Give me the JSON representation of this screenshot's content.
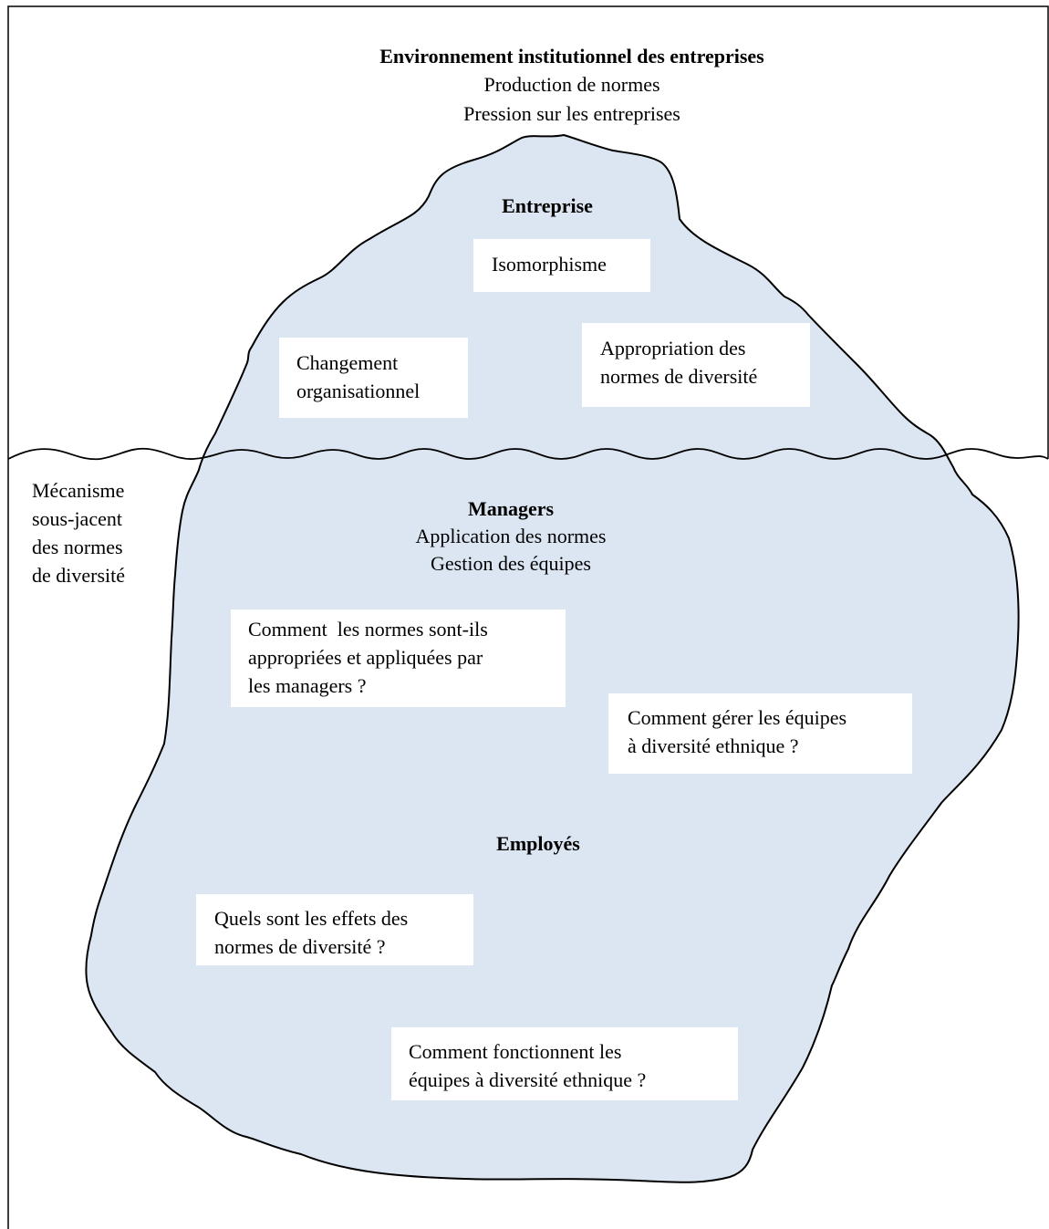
{
  "environment": {
    "title": "Environnement institutionnel des entreprises",
    "line1": "Production de normes",
    "line2": "Pression sur les entreprises"
  },
  "entreprise": {
    "title": "Entreprise",
    "isomorphism": "Isomorphisme",
    "change_line1": "Changement",
    "change_line2": "organisationnel",
    "appropriation_line1": "Appropriation des",
    "appropriation_line2": "normes de diversité"
  },
  "side_label": {
    "line1": "Mécanisme",
    "line2": "sous-jacent",
    "line3": "des normes",
    "line4": "de diversité"
  },
  "managers": {
    "title": "Managers",
    "line1": "Application des normes",
    "line2": "Gestion des équipes",
    "question1_line1": "Comment  les normes sont-ils",
    "question1_line2": "appropriées et appliquées par",
    "question1_line3": "les managers ?",
    "question2_line1": "Comment gérer les équipes",
    "question2_line2": "à diversité ethnique ?"
  },
  "employes": {
    "title": "Employés",
    "question1_line1": "Quels sont les effets des",
    "question1_line2": "normes de diversité ?",
    "question2_line1": "Comment fonctionnent les",
    "question2_line2": "équipes à diversité ethnique ?"
  },
  "colors": {
    "iceberg_fill": "#dce6f2",
    "stroke": "#000000",
    "box_fill": "#ffffff"
  }
}
